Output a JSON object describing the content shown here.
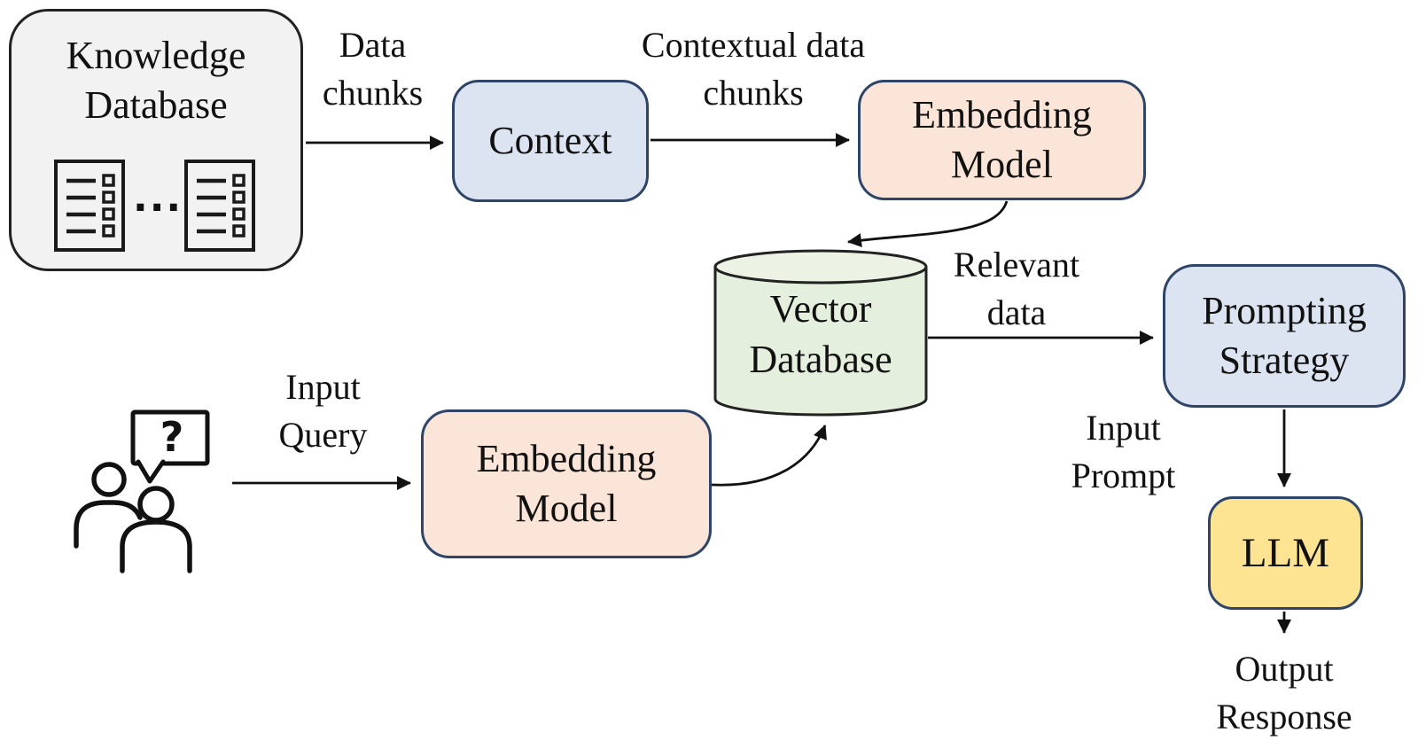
{
  "nodes": {
    "knowledge_db": {
      "line1": "Knowledge",
      "line2": "Database",
      "ellipsis": "..."
    },
    "context": {
      "label": "Context"
    },
    "embedding_top": {
      "line1": "Embedding",
      "line2": "Model"
    },
    "vector_db": {
      "line1": "Vector",
      "line2": "Database"
    },
    "prompting": {
      "line1": "Prompting",
      "line2": "Strategy"
    },
    "llm": {
      "label": "LLM"
    },
    "embedding_bottom": {
      "line1": "Embedding",
      "line2": "Model"
    },
    "user": {
      "question_mark": "?"
    }
  },
  "edges": {
    "data_chunks": {
      "line1": "Data",
      "line2": "chunks"
    },
    "contextual_chunks": {
      "line1": "Contextual data",
      "line2": "chunks"
    },
    "relevant_data": {
      "line1": "Relevant",
      "line2": "data"
    },
    "input_query": {
      "line1": "Input",
      "line2": "Query"
    },
    "input_prompt": {
      "line1": "Input",
      "line2": "Prompt"
    },
    "output_response": {
      "line1": "Output",
      "line2": "Response"
    }
  },
  "colors": {
    "knowledge_db_fill": "#f2f2f2",
    "blue_fill": "#dde4f1",
    "peach_fill": "#fae5d8",
    "green_fill": "#e5efdd",
    "green_top_fill": "#ecf3e5",
    "yellow_fill": "#fce492",
    "navy_border": "#2e4569",
    "dark_border": "#222222",
    "arrow": "#111111"
  }
}
